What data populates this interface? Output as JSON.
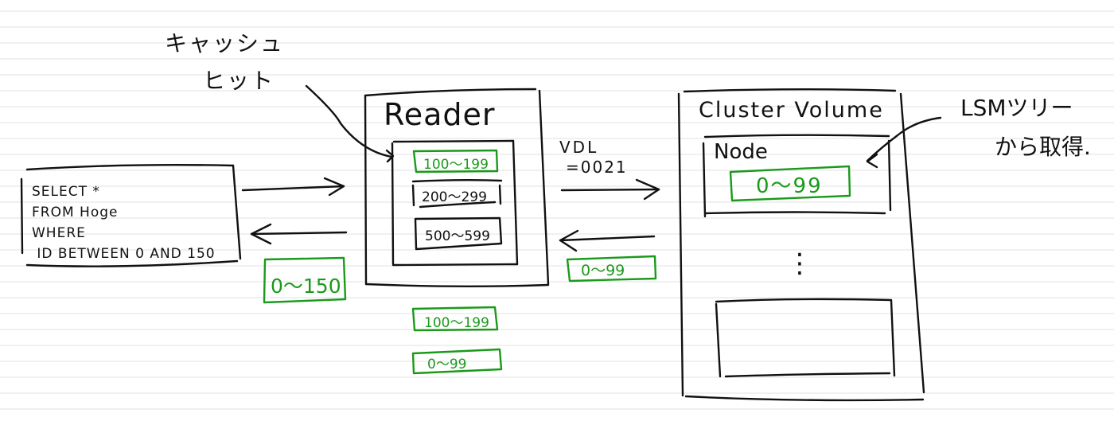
{
  "colors": {
    "ink": "#111111",
    "highlight": "#1a9a1a",
    "ruled_line": "#ebebeb",
    "paper": "#ffffff"
  },
  "annotations": {
    "cache_hit_line1": "キャッシュ",
    "cache_hit_line2": "ヒット",
    "lsm_line1": "LSMツリー",
    "lsm_line2": "から取得."
  },
  "query_box": {
    "lines": [
      "SELECT *",
      "FROM Hoge",
      "WHERE",
      " ID BETWEEN 0 AND 150"
    ],
    "result_label": "0～150"
  },
  "reader": {
    "title": "Reader",
    "cache_items": [
      {
        "label": "100～199",
        "hit": true
      },
      {
        "label": "200～299",
        "hit": false
      },
      {
        "label": "500～599",
        "hit": false
      }
    ],
    "below_labels": [
      "100～199",
      "0～99"
    ]
  },
  "link": {
    "request_label_line1": "VDL",
    "request_label_line2": "=0021",
    "response_label": "0～99"
  },
  "cluster_volume": {
    "title": "Cluster Volume",
    "node": {
      "title": "Node",
      "item_label": "0～99"
    },
    "ellipsis": "⋮"
  }
}
